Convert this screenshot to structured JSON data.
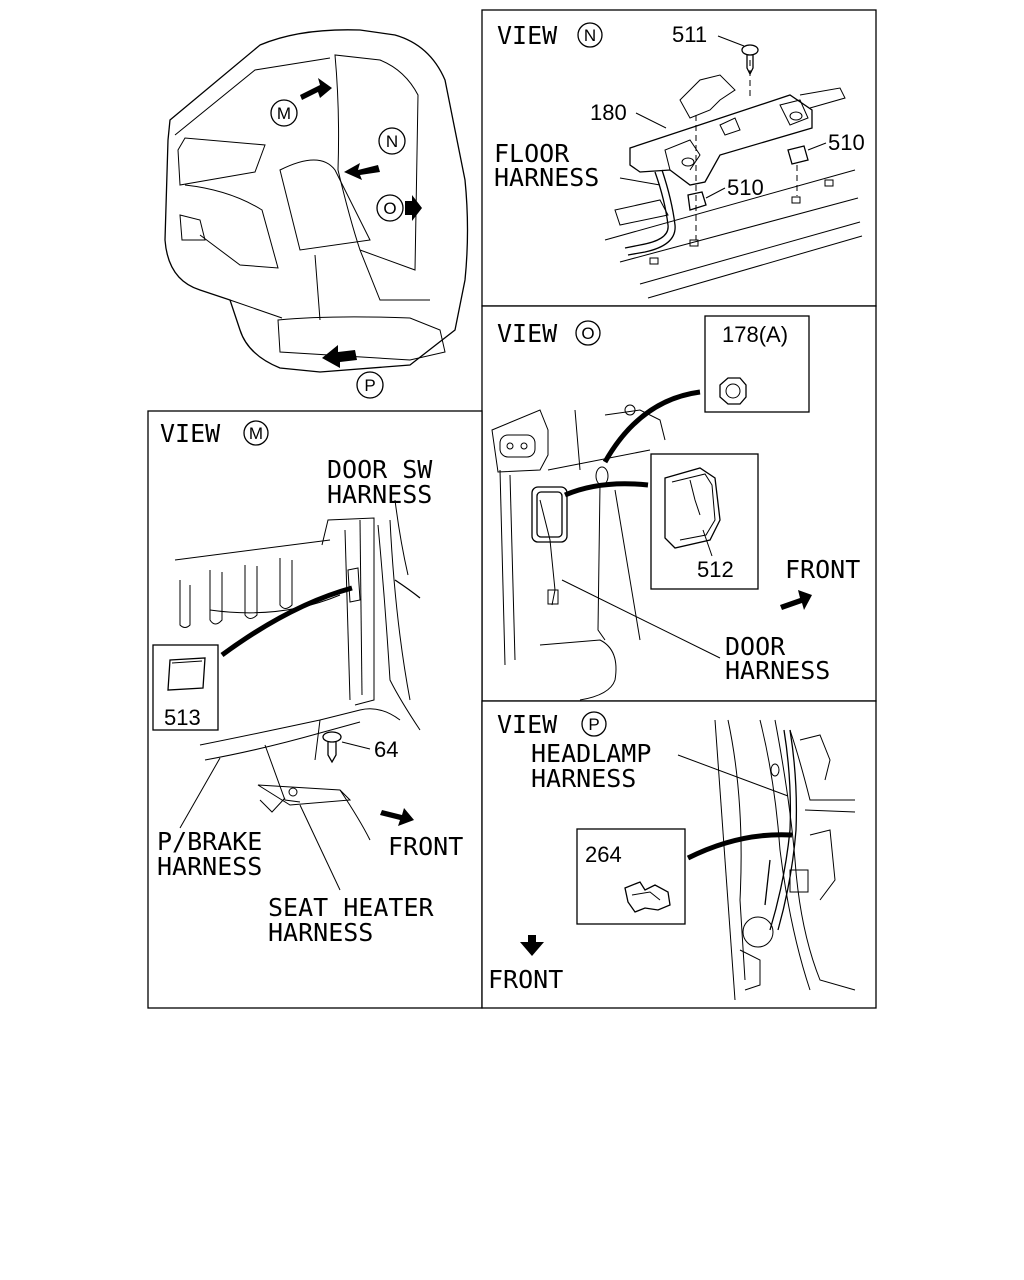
{
  "overview": {
    "markers": [
      "M",
      "N",
      "O",
      "P"
    ]
  },
  "view_n": {
    "title": "VIEW",
    "marker": "N",
    "callouts": [
      "511",
      "180",
      "510",
      "510"
    ],
    "harness_label": [
      "FLOOR",
      "HARNESS"
    ]
  },
  "view_o": {
    "title": "VIEW",
    "marker": "O",
    "callouts": [
      "178(A)",
      "512"
    ],
    "front_label": "FRONT",
    "harness_label": [
      "DOOR",
      "HARNESS"
    ]
  },
  "view_m": {
    "title": "VIEW",
    "marker": "M",
    "callouts": [
      "513",
      "64"
    ],
    "door_sw_label": [
      "DOOR SW",
      "HARNESS"
    ],
    "pbrake_label": [
      "P/BRAKE",
      "HARNESS"
    ],
    "seat_heater_label": [
      "SEAT HEATER",
      "HARNESS"
    ],
    "front_label": "FRONT"
  },
  "view_p": {
    "title": "VIEW",
    "marker": "P",
    "callouts": [
      "264"
    ],
    "headlamp_label": [
      "HEADLAMP",
      "HARNESS"
    ],
    "front_label": "FRONT"
  }
}
